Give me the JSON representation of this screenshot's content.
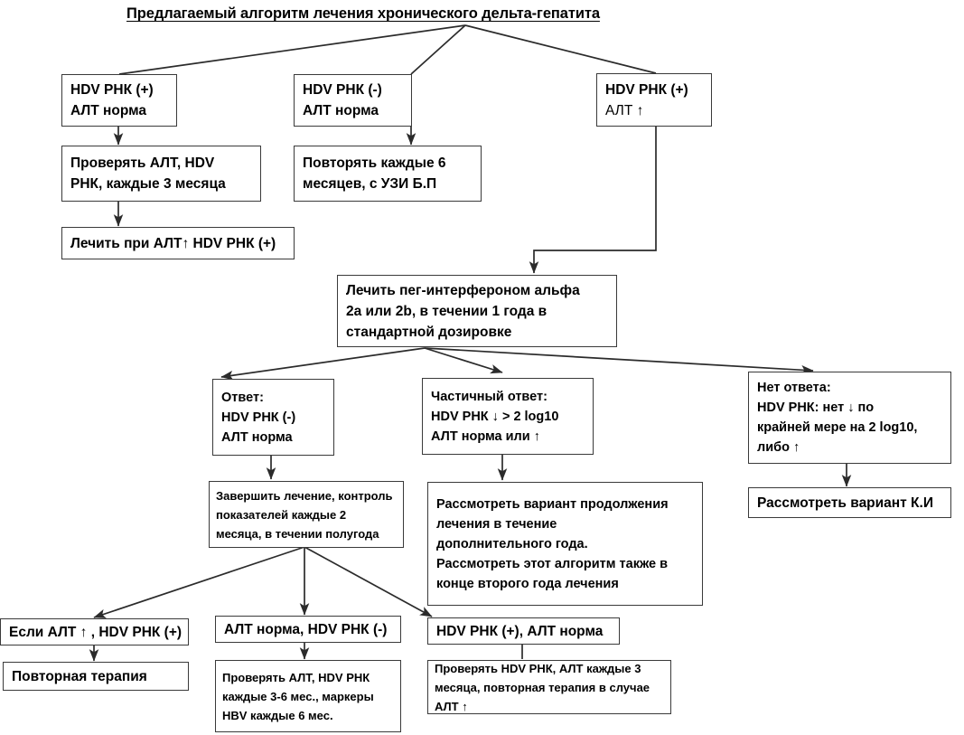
{
  "title": "Предлагаемый алгоритм лечения хронического дельта-гепатита",
  "colors": {
    "border": "#3a3a3a",
    "edge": "#2b2b2b",
    "background": "#ffffff",
    "text": "#000000"
  },
  "nodes": {
    "hdv_pos_alt_norm": {
      "lines": [
        "HDV РНК (+)",
        "АЛТ норма"
      ]
    },
    "hdv_neg_alt_norm": {
      "lines": [
        "HDV РНК (-)",
        "АЛТ норма"
      ]
    },
    "hdv_pos_alt_up": {
      "lines": [
        "HDV РНК (+)",
        "АЛТ ↑"
      ]
    },
    "check_alt_hdv_3m": {
      "lines": [
        "Проверять АЛТ, HDV",
        "РНК, каждые 3 месяца"
      ]
    },
    "repeat_6m_uzi": {
      "lines": [
        "Повторять каждые 6",
        "месяцев, с УЗИ Б.П"
      ]
    },
    "treat_when_alt_up": {
      "lines": [
        "Лечить при АЛТ↑ HDV РНК (+)"
      ]
    },
    "peg_interferon": {
      "lines": [
        "Лечить пег-интерфероном альфа",
        "2a или 2b, в течении 1 года в",
        "стандартной дозировке"
      ]
    },
    "response": {
      "lines": [
        "Ответ:",
        "HDV РНК (-)",
        "АЛТ норма"
      ]
    },
    "partial_response": {
      "lines": [
        "Частичный ответ:",
        "HDV РНК ↓ > 2 log10",
        "АЛТ норма или ↑"
      ]
    },
    "no_response": {
      "lines": [
        "Нет ответа:",
        "HDV РНК: нет ↓ по",
        "крайней мере на 2 log10,",
        "либо ↑"
      ]
    },
    "finish_treatment": {
      "lines": [
        "Завершить лечение, контроль",
        "показателей каждые 2",
        "месяца, в течении полугода"
      ]
    },
    "consider_continue": {
      "lines": [
        "Рассмотреть вариант продолжения",
        "лечения в течение",
        "дополнительного года.",
        "Рассмотреть этот алгоритм также в",
        "конце второго года лечения"
      ]
    },
    "consider_ki": {
      "lines": [
        "Рассмотреть вариант К.И"
      ]
    },
    "if_alt_up_hdv_pos": {
      "lines": [
        "Если АЛТ ↑ , HDV РНК (+)"
      ]
    },
    "alt_norm_hdv_neg": {
      "lines": [
        "АЛТ норма, HDV РНК (-)"
      ]
    },
    "hdv_pos_alt_norm_bottom": {
      "lines": [
        "HDV РНК (+), АЛТ норма"
      ]
    },
    "repeat_therapy": {
      "lines": [
        "Повторная терапия"
      ]
    },
    "check_alt_hdv_36m": {
      "lines": [
        "Проверять АЛТ, HDV РНК",
        "каждые 3-6 мес., маркеры",
        "HBV каждые 6 мес."
      ]
    },
    "check_hdv_alt_3m": {
      "lines": [
        "Проверять HDV РНК, АЛТ каждые 3",
        "месяца, повторная терапия в случае",
        "АЛТ ↑"
      ]
    }
  }
}
